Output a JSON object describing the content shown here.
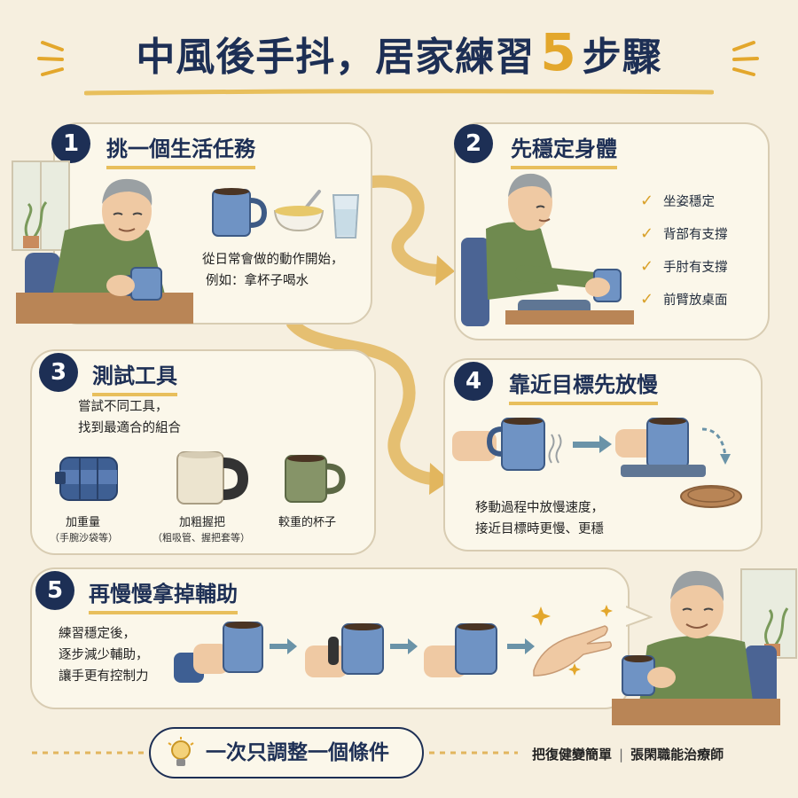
{
  "title": {
    "main": "中風後手抖，居家練習",
    "number": "5",
    "suffix": "步驟"
  },
  "steps": [
    {
      "num": "1",
      "title": "挑一個生活任務",
      "desc": [
        "從日常會做的動作開始，",
        "例如：拿杯子喝水"
      ]
    },
    {
      "num": "2",
      "title": "先穩定身體",
      "checks": [
        "坐姿穩定",
        "背部有支撐",
        "手肘有支撐",
        "前臂放桌面"
      ]
    },
    {
      "num": "3",
      "title": "測試工具",
      "desc": [
        "嘗試不同工具，",
        "找到最適合的組合"
      ],
      "tools": [
        {
          "label": "加重量",
          "note": "（手腕沙袋等）"
        },
        {
          "label": "加粗握把",
          "note": "（粗吸管、握把套等）"
        },
        {
          "label": "較重的杯子",
          "note": ""
        }
      ]
    },
    {
      "num": "4",
      "title": "靠近目標先放慢",
      "desc": [
        "移動過程中放慢速度，",
        "接近目標時更慢、更穩"
      ]
    },
    {
      "num": "5",
      "title": "再慢慢拿掉輔助",
      "desc": [
        "練習穩定後，",
        "逐步減少輔助，",
        "讓手更有控制力"
      ]
    }
  ],
  "tip": "一次只調整一個條件",
  "footer": {
    "left": "把復健變簡單",
    "sep": "|",
    "right": "張閑職能治療師"
  },
  "colors": {
    "navy": "#1d2f55",
    "gold": "#e3a72c",
    "background": "#f6efdf",
    "mug_blue": "#6f93c4",
    "shirt_green": "#6f8a4f"
  }
}
